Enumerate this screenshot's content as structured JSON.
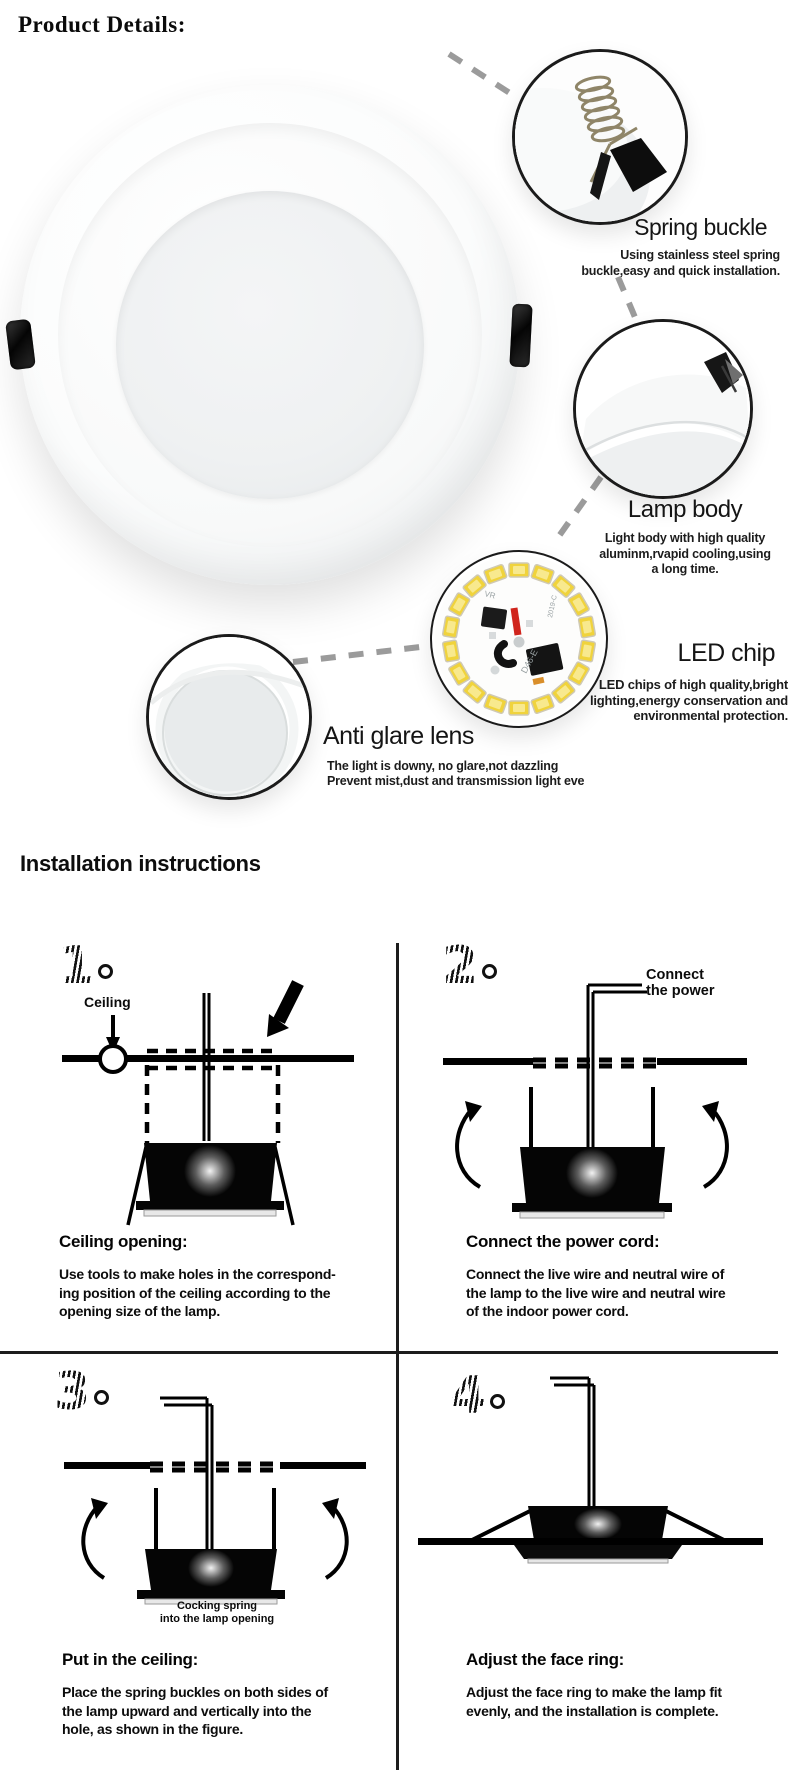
{
  "page": {
    "title": "Product Details:"
  },
  "callouts": {
    "spring_buckle": {
      "title": "Spring buckle",
      "desc_lines": [
        "Using stainless steel spring",
        "buckle,easy and quick installation."
      ]
    },
    "lamp_body": {
      "title": "Lamp body",
      "desc_lines": [
        "Light body with high quality",
        "aluminm,rvapid cooling,using",
        "a long time."
      ]
    },
    "led_chip": {
      "title": "LED chip",
      "desc_lines": [
        "LED chips of high quality,bright",
        "lighting,energy conservation and",
        "environmental protection."
      ],
      "pcb_markings": [
        "D46-E",
        "VR",
        "2019-C"
      ]
    },
    "anti_glare": {
      "title": "Anti glare lens",
      "desc_lines": [
        "The light is downy, no glare,not dazzling",
        "Prevent mist,dust and transmission light eve"
      ]
    }
  },
  "installation": {
    "heading": "Installation instructions",
    "steps": [
      {
        "number": "1",
        "diagram_label": "Ceiling",
        "caption": "Ceiling opening:",
        "body_lines": [
          "Use tools to make holes in the correspond-",
          "ing position of the ceiling according to the",
          "opening size of the lamp."
        ]
      },
      {
        "number": "2",
        "label_lines": [
          "Connect",
          "the power"
        ],
        "caption": "Connect the power cord:",
        "body_lines": [
          "Connect the live wire and neutral wire of",
          "the lamp to the live wire and neutral wire",
          "of the indoor power cord."
        ]
      },
      {
        "number": "3",
        "label_lines": [
          "Cocking spring",
          "into the lamp opening"
        ],
        "caption": "Put in the ceiling:",
        "body_lines": [
          "Place the spring buckles on both sides of",
          "the lamp upward and vertically into the",
          "hole, as shown in the figure."
        ]
      },
      {
        "number": "4",
        "caption": "Adjust the face ring:",
        "body_lines": [
          "Adjust the face ring to make the lamp fit",
          "evenly, and the installation is complete."
        ]
      }
    ]
  },
  "colors": {
    "led_yellow": "#f0d33c",
    "wire_red": "#d0251d",
    "dash_gray": "#9b9b9b",
    "line_black": "#111111"
  }
}
